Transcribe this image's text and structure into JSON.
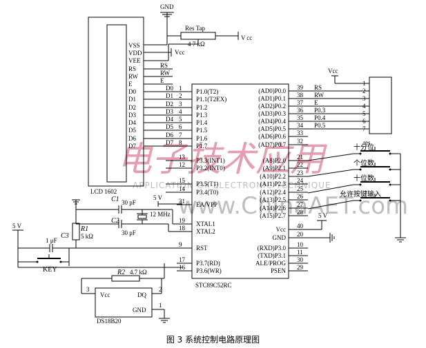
{
  "power": {
    "gnd": "GND",
    "vcc": "V cc",
    "vcc_short": "Vcc",
    "five_v": "5 V"
  },
  "lcd": {
    "name": "LCD 1602",
    "pins": [
      "VSS",
      "VDD",
      "VEE",
      "RS",
      "RW",
      "E",
      "D0",
      "D1",
      "D2",
      "D3",
      "D4",
      "D5",
      "D6",
      "D7"
    ],
    "net_labels": [
      "RS",
      "RW",
      "E",
      "D0",
      "D1",
      "D2",
      "D3",
      "D4",
      "D5",
      "D6",
      "D7"
    ]
  },
  "res_tap": {
    "label": "Res Tap",
    "value": "4 7 kΩ"
  },
  "mcu": {
    "name": "STC89C52RC",
    "left_nums": [
      "1",
      "2",
      "3",
      "4",
      "5",
      "6",
      "7",
      "8",
      "13",
      "12",
      "15",
      "14",
      "31",
      "19",
      "18",
      "9",
      "17",
      "16"
    ],
    "left_labels": [
      "P1.0(T2)",
      "P1.1(T2EX)",
      "P1.2",
      "P1.3",
      "P1.4",
      "P1.5",
      "P1.6",
      "P1.7",
      "P3.3(INT1)",
      "P3.2(INT0)",
      "P3.5(T1)",
      "P3.4(T0)",
      "EA/VPP",
      "XTAL1",
      "XTAL2",
      "RST",
      "P3.7(RD)",
      "P3.6(WR)"
    ],
    "right_nums": [
      "39",
      "38",
      "37",
      "36",
      "35",
      "34",
      "33",
      "32",
      "21",
      "22",
      "23",
      "24",
      "25",
      "26",
      "27",
      "28",
      "40",
      "20",
      "10",
      "11",
      "30",
      "29"
    ],
    "right_labels": [
      "(AD0)P0.0",
      "(AD1)P0.1",
      "(AD2)P0.2",
      "(AD3)P0.3",
      "(AD4)P0.4",
      "(AD5)P0.5",
      "(AD6)P0.6",
      "(AD7)P0.7",
      "(A8)P2.0",
      "(A9)P2.1",
      "(A10)P2.2",
      "(A11)P2.3",
      "(A12)P2.4",
      "(A13)P2.5",
      "(A14)P2.6",
      "(A15)P2.7",
      "Vcc",
      "GND",
      "(RXD)P3.0",
      "(TXD)P3.1",
      "ALE/PROG",
      "PSEN"
    ]
  },
  "res_pack": {
    "name": "res",
    "nums": [
      "1",
      "2",
      "3",
      "4",
      "5",
      "6",
      "7"
    ],
    "nets": [
      "RS",
      "RW",
      "E",
      "P0.3",
      "P0.4",
      "P0.5"
    ]
  },
  "buttons": [
    "十分位",
    "个位数",
    "十位数",
    "允许按键输入"
  ],
  "crystal": {
    "c1": "C1",
    "c1_val": "30 pF",
    "c2": "C2",
    "c2_val": "30 pF",
    "freq": "12 MHz"
  },
  "reset": {
    "r1": "R1",
    "r1_val": "5 kΩ",
    "c3": "C3",
    "c3_val": "1 μF",
    "key": "KEY"
  },
  "ds18b20": {
    "name": "DS18B20",
    "r2": "R2",
    "r2_val": "4.7 kΩ",
    "vcc": "Vcc",
    "dq": "DQ",
    "gnd": "GND",
    "pin1": "1",
    "pin2": "2",
    "pin3": "3"
  },
  "watermark": {
    "cn": "电子技术应用",
    "en": "APPLICATION OF ELECTRONIC TECHNIQUE",
    "url": "www.ChinaAET.com"
  },
  "caption": "图 3  系统控制电路原理图"
}
